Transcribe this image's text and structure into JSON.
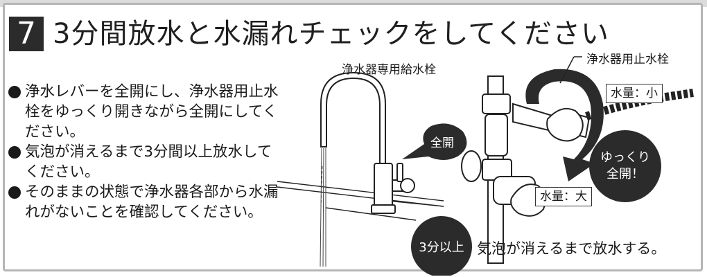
{
  "step": {
    "number": "7",
    "title": "3分間放水と水漏れチェックをしてください"
  },
  "instructions": [
    "浄水レバーを全開にし、浄水器用止水栓をゆっくり開きながら全開にしてください。",
    "気泡が消えるまで3分間以上放水してください。",
    "そのままの状態で浄水器各部から水漏れがないことを確認してください。"
  ],
  "diagram": {
    "faucet_label": "浄水器専用給水栓",
    "valve_label": "浄水器用止水栓",
    "flow_small": "水量：小",
    "flow_large": "水量：大",
    "full_open_badge": "全開",
    "slow_open_badge": [
      "ゆっくり",
      "全開！"
    ],
    "duration_badge": "3分以上",
    "duration_note": "気泡が消えるまで放水する。"
  }
}
